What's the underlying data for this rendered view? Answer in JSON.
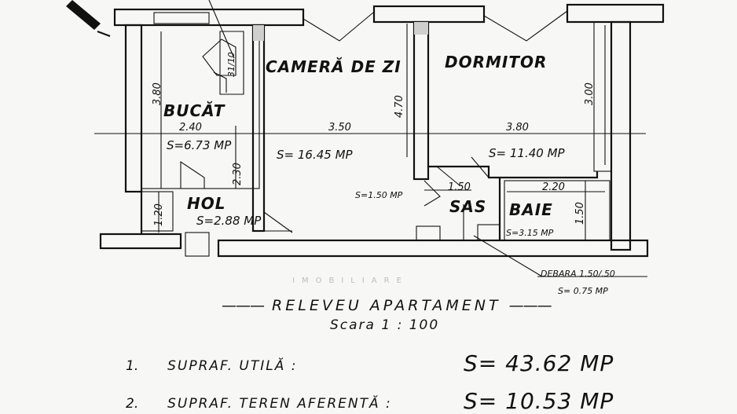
{
  "plan": {
    "rooms": [
      {
        "name": "CAMERĂ DE ZI",
        "area": "S= 16.45 MP"
      },
      {
        "name": "DORMITOR",
        "area": "S= 11.40 MP"
      },
      {
        "name": "BUCĂT",
        "area": "S=6.73 MP"
      },
      {
        "name": "HOL",
        "area": "S=2.88 MP"
      },
      {
        "name": "SAS",
        "area": "S=1.50 MP"
      },
      {
        "name": "BAIE",
        "area": "S=3.15 MP"
      }
    ],
    "dimensions": [
      "3.80",
      "2.40",
      "2.30",
      "1.20",
      "3.50",
      "4.70",
      "3.80",
      "3.00",
      "1.50",
      "2.20",
      "1.50",
      "31/10"
    ],
    "closet_note": "DEBARA 1.50/.50",
    "closet_area": "S= 0.75 MP",
    "watermark": "IMOBILIARE"
  },
  "caption": {
    "title": "RELEVEU APARTAMENT",
    "scale": "Scara 1 : 100"
  },
  "summary": [
    {
      "num": "1.",
      "label": "SUPRAF. UTILĂ :",
      "value": "S= 43.62 MP"
    },
    {
      "num": "2.",
      "label": "SUPRAF. TEREN AFERENTĂ :",
      "value": "S= 10.53 MP"
    }
  ]
}
